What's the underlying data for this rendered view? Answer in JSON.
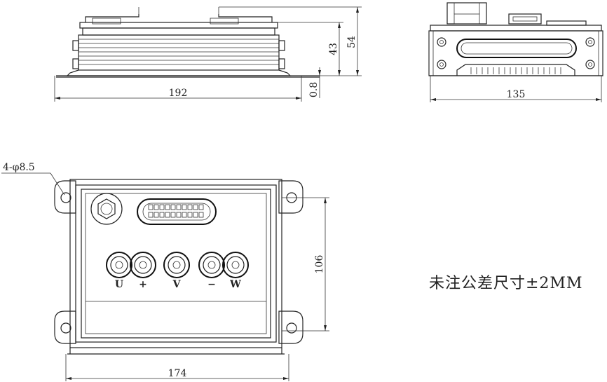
{
  "dimensions": {
    "side_width": "192",
    "side_height_total": "54",
    "side_height_body": "43",
    "base_thickness": "0.8",
    "end_width": "135",
    "top_width": "174",
    "top_height": "106",
    "hole_callout": "4-φ8.5"
  },
  "terminals": {
    "u": "U",
    "plus": "+",
    "v": "V",
    "minus": "−",
    "w": "W"
  },
  "note": "未注公差尺寸±2MM"
}
